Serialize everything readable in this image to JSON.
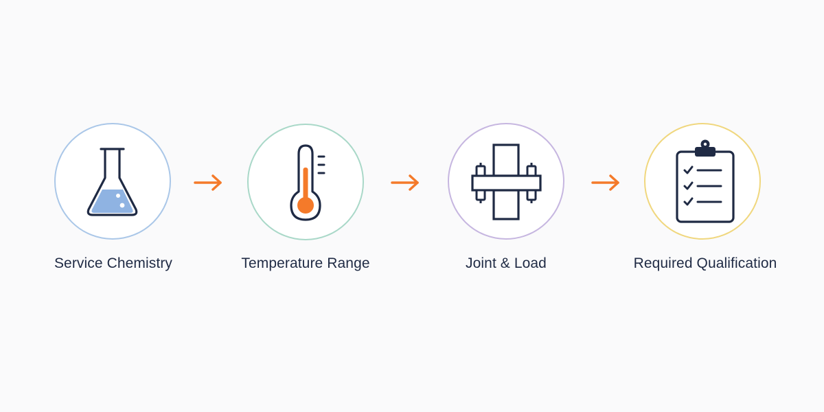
{
  "steps": [
    {
      "label": "Service Chemistry",
      "icon": "flask-icon",
      "ring_color": "#aac7e8"
    },
    {
      "label": "Temperature Range",
      "icon": "thermometer-icon",
      "ring_color": "#a9d8c8"
    },
    {
      "label": "Joint & Load",
      "icon": "flange-joint-icon",
      "ring_color": "#c6b6e0"
    },
    {
      "label": "Required Qualification",
      "icon": "clipboard-checklist-icon",
      "ring_color": "#f0d77e"
    }
  ],
  "colors": {
    "ink": "#1f2a44",
    "accent": "#f47a2a",
    "liquid": "#8fb3e2"
  }
}
